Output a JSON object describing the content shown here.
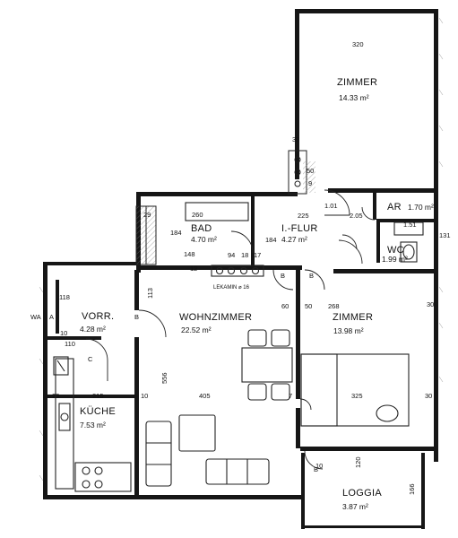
{
  "rooms": {
    "zimmer_top": {
      "name": "ZIMMER",
      "area": "14.33 m²"
    },
    "ar": {
      "name": "AR",
      "area": "1.70 m²"
    },
    "bad": {
      "name": "BAD",
      "area": "4.70 m²"
    },
    "flur": {
      "name": "I.-FLUR",
      "area": "4.27 m²"
    },
    "wc": {
      "name": "WC",
      "area": "1.99 m²"
    },
    "vorr": {
      "name": "VORR.",
      "area": "4.28 m²"
    },
    "wohnzimmer": {
      "name": "WOHNZIMMER",
      "area": "22.52 m²"
    },
    "zimmer_right": {
      "name": "ZIMMER",
      "area": "13.98 m²"
    },
    "kueche": {
      "name": "KÜCHE",
      "area": "7.53 m²"
    },
    "loggia": {
      "name": "LOGGIA",
      "area": "3.87 m²"
    }
  },
  "dimensions": {
    "zimmer_width": "320",
    "zimmer_depth": "32",
    "ar_101": "1.01",
    "ar_205": "2.05",
    "flur_225": "225",
    "bad_260": "260",
    "bad_184": "184",
    "bad_148": "148",
    "dim_94": "94",
    "dim_18": "18",
    "dim_17": "17",
    "flur_184": "184",
    "wc_151": "1.51",
    "side_131": "131",
    "vorr_118": "118",
    "vorr_110": "110",
    "vorr_10": "10",
    "kueche_215": "215",
    "wohn_10": "10",
    "wohn_405": "405",
    "wohn_7": "7",
    "zimmer_325": "325",
    "zimmer_268": "268",
    "zimmer_30": "30",
    "wohn_556": "556",
    "wohn_113": "113",
    "door_60": "60",
    "door_50": "50",
    "loggia_120": "120",
    "loggia_10": "10",
    "loggia_166": "166",
    "stair_50": "50",
    "stair_9": "9",
    "dim_29": "29",
    "dim_12": "12",
    "dim_30": "30",
    "dim_23": "23"
  },
  "labels": {
    "lekamin": "LEKAMIN ⌀ 16",
    "door_b": "B",
    "door_c": "C",
    "door_a": "A",
    "wa": "WA"
  }
}
